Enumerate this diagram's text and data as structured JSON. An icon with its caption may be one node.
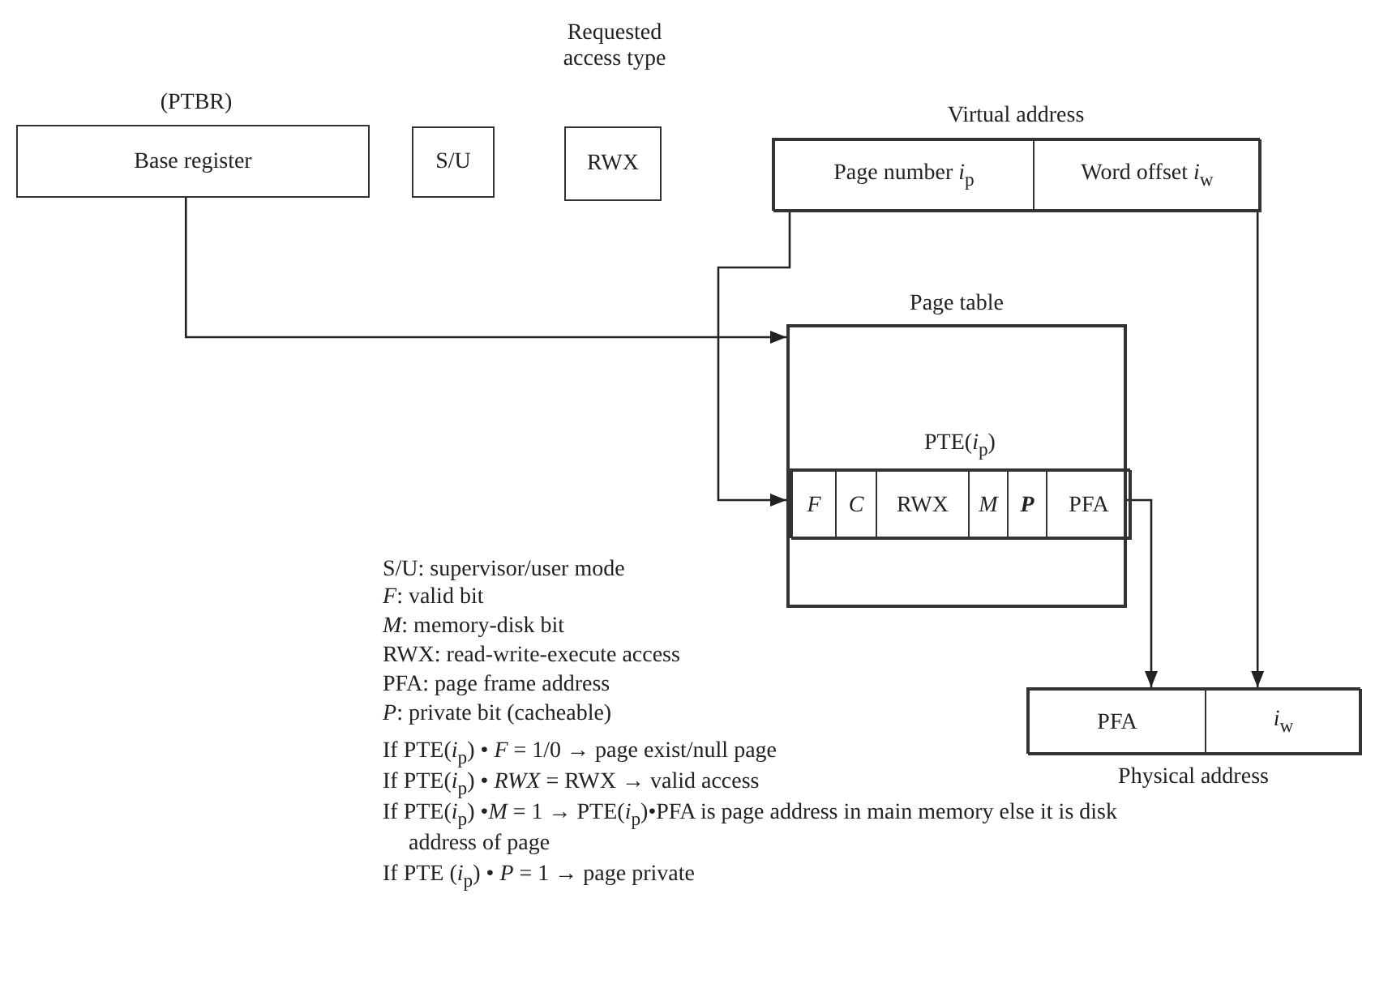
{
  "diagram": {
    "nodes": [
      {
        "text": [
          "Base register"
        ],
        "beside": [
          "(PTBR)"
        ]
      },
      {
        "text": [
          "S/U"
        ]
      },
      {
        "text": [
          "RWX"
        ],
        "beside": [
          "Requested access type"
        ]
      },
      {
        "text": [
          "Virtual address"
        ]
      },
      {
        "text": [
          "Page number *i*$_{p}$"
        ],
        "in": 3
      },
      {
        "text": [
          "Word offset *i*$_{w}$"
        ],
        "in": 3
      },
      {
        "text": [
          "Page table"
        ]
      },
      {
        "text": [
          "PTE(*i*$_{p}$)"
        ],
        "in": 6
      },
      {
        "text": [
          "F"
        ],
        "in": 7
      },
      {
        "text": [
          "C"
        ],
        "in": 7
      },
      {
        "text": [
          "RWX"
        ],
        "in": 7
      },
      {
        "text": [
          "M"
        ],
        "in": 7
      },
      {
        "text": [
          "P"
        ],
        "in": 7
      },
      {
        "text": [
          "PFA"
        ],
        "in": 7
      },
      {
        "text": [
          "Physical address"
        ]
      },
      {
        "text": [
          "PFA"
        ],
        "in": 14
      },
      {
        "text": [
          "*i*$_{w}$"
        ],
        "in": 14
      }
    ],
    "edges": [
      {
        "from": 0,
        "to": 6,
        "arrow": "to"
      },
      {
        "from": 4,
        "to": 7,
        "arrow": "to"
      },
      {
        "from": 13,
        "to": 15,
        "arrow": "to"
      },
      {
        "from": 5,
        "to": 16,
        "arrow": "to"
      }
    ],
    "labels": [
      "S/U: supervisor/user mode",
      "*F*: valid bit",
      "*M*: memory-disk bit",
      "RWX: read-write-execute access",
      "PFA: page frame address",
      "*P*: private bit (cacheable)",
      "If PTE(*i*$_{p}$) • *F* = 1/0 → page exist/null page",
      "If PTE(*i*$_{p}$) • *RWX* = RWX → valid access",
      "If PTE(*i*$_{p}$) •*M* = 1 → PTE(*i*$_{p}$)•PFA is page address in main memory else it is disk address of page",
      "If PTE (*i*$_{p}$) • *P* = 1 → page private"
    ]
  }
}
